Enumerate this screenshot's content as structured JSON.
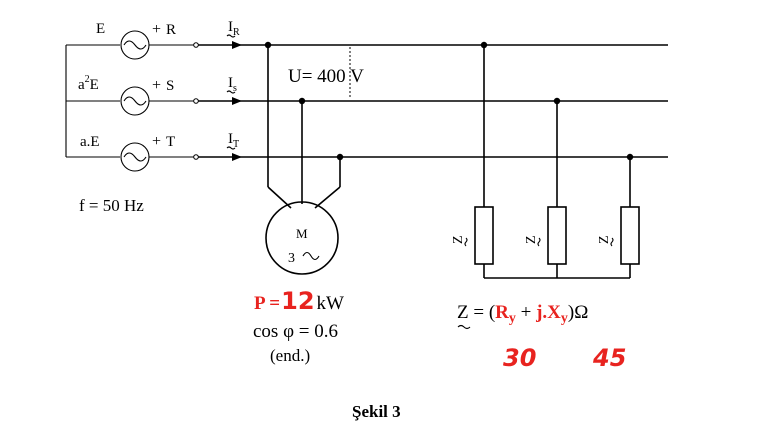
{
  "sources": [
    {
      "emf": "E",
      "plus": "+",
      "phase": "R",
      "current": "I",
      "current_sub": "R"
    },
    {
      "emf": "a",
      "emf_sup": "2",
      "emf_tail": "E",
      "plus": "+",
      "phase": "S",
      "current": "I",
      "current_sub": "s"
    },
    {
      "emf": "a.E",
      "plus": "+",
      "phase": "T",
      "current": "I",
      "current_sub": "T"
    }
  ],
  "frequency": "f = 50 Hz",
  "voltage": "U= 400 V",
  "motor": {
    "label_top": "M",
    "label_bottom": "3",
    "power_prefix": "P =",
    "power_value": "12",
    "power_unit": "kW",
    "cos_phi": "cos φ = 0.6",
    "note": "(end.)"
  },
  "loads": {
    "impedance_label": "Z",
    "formula": {
      "lhs": "Z",
      "eq": " = (",
      "r": "R",
      "r_sub": "y",
      "plus": " + ",
      "jx": "j.X",
      "x_sub": "y",
      "close": ")",
      "unit": "Ω"
    },
    "handwritten_r": "30",
    "handwritten_x": "45"
  },
  "caption": "Şekil 3",
  "colors": {
    "accent": "#e8231f",
    "line": "#000000"
  }
}
